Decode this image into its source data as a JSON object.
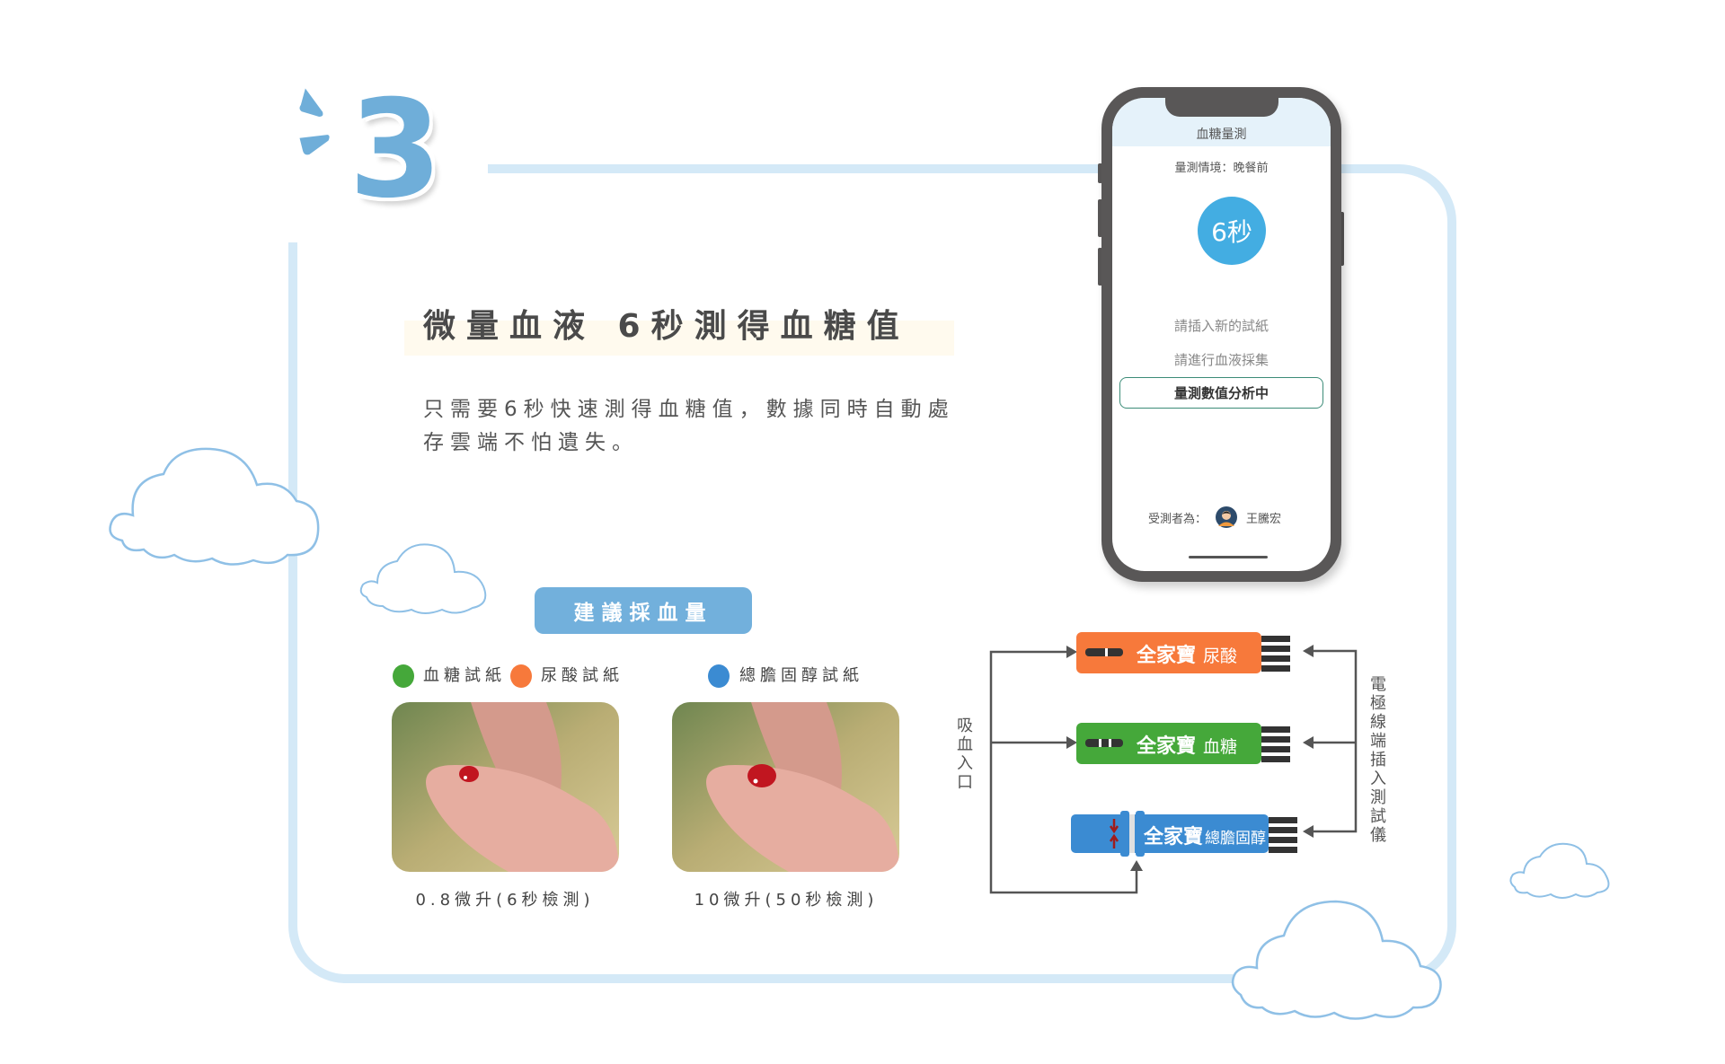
{
  "step_number": "3",
  "title": "微量血液 6秒測得血糖值",
  "description": "只需要6秒快速測得血糖值，數據同時自動處存雲端不怕遺失。",
  "phone": {
    "header": "血糖量測",
    "context_label": "量測情境：晚餐前",
    "timer": "6秒",
    "steps": [
      "請插入新的試紙",
      "請進行血液採集"
    ],
    "active_step": "量測數值分析中",
    "tester_label": "受測者為：",
    "tester_name": "王騰宏"
  },
  "suggest_button": "建議採血量",
  "legend": [
    {
      "label": "血糖試紙",
      "color": "#45a83a"
    },
    {
      "label": "尿酸試紙",
      "color": "#f7793b"
    },
    {
      "label": "總膽固醇試紙",
      "color": "#3b8bd2"
    }
  ],
  "samples": [
    {
      "caption": "0.8微升(6秒檢測)"
    },
    {
      "caption": "10微升(50秒檢測)"
    }
  ],
  "strips": [
    {
      "brand": "全家寶",
      "type": "尿酸",
      "color": "#f7793b"
    },
    {
      "brand": "全家寶",
      "type": "血糖",
      "color": "#45a83a"
    },
    {
      "brand": "全家寶",
      "type": "總膽固醇",
      "color": "#3b8bd2"
    }
  ],
  "inlet_label": "吸血入口",
  "electrode_label": "電極線端插入測試儀"
}
